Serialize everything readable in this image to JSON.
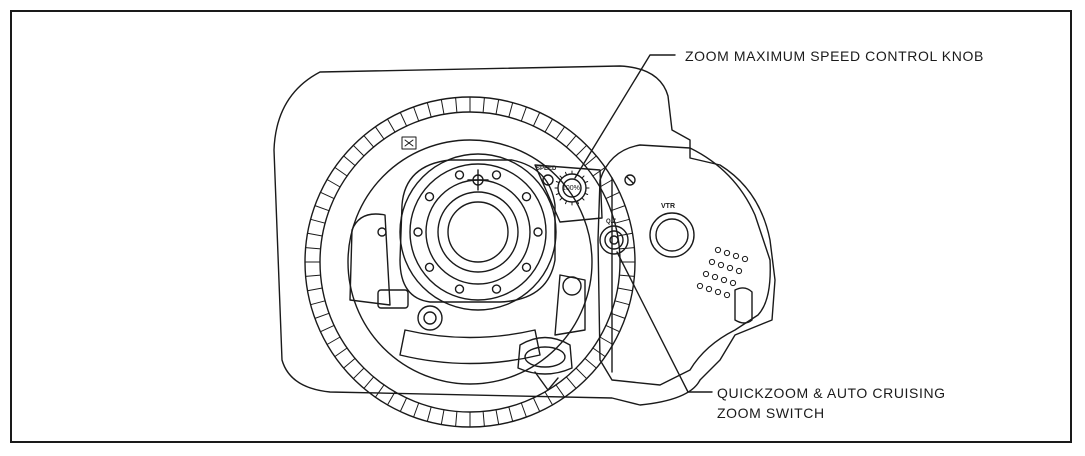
{
  "callouts": [
    {
      "line1": "ZOOM MAXIMUM SPEED CONTROL KNOB"
    },
    {
      "line1": "QUICKZOOM & AUTO CRUISING",
      "line2": "ZOOM SWITCH"
    }
  ],
  "device_labels": {
    "speed_dial": "100%",
    "vtr_button": "VTR",
    "qz_button": "Q.Z",
    "speed_label": "SPEED"
  },
  "colors": {
    "line": "#1a1a1a",
    "background": "#ffffff"
  }
}
